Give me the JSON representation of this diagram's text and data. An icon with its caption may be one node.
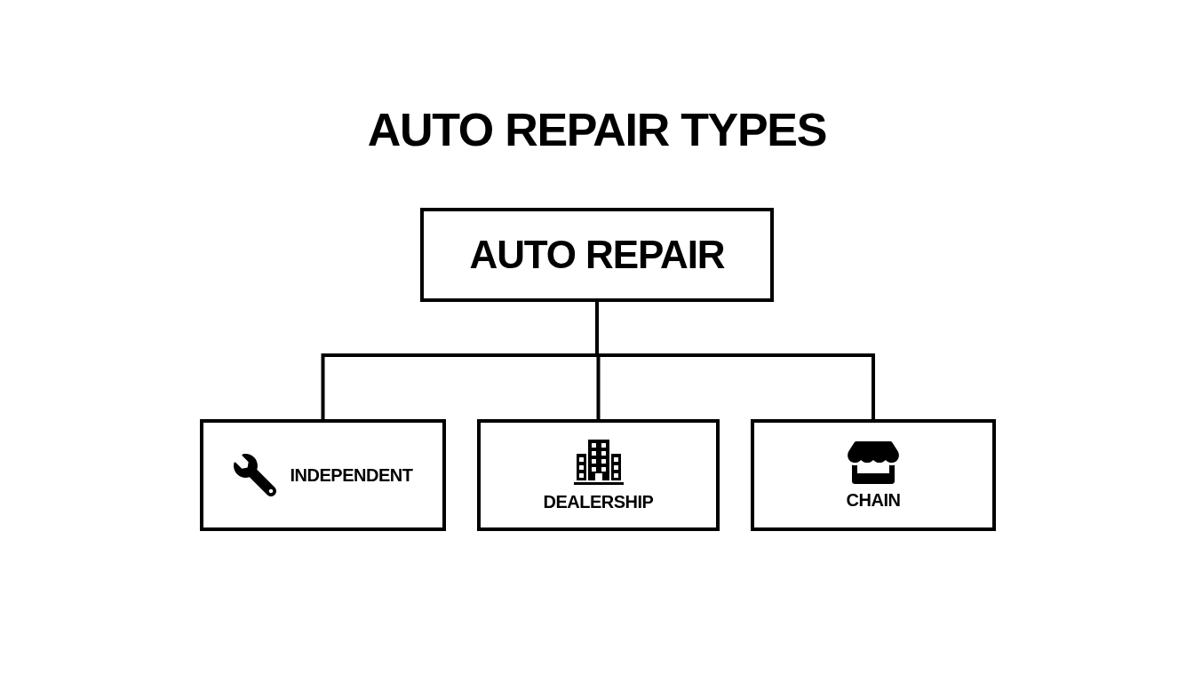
{
  "diagram": {
    "title": "AUTO REPAIR TYPES",
    "nodes": [
      {
        "text": [
          "AUTO REPAIR"
        ]
      },
      {
        "text": [
          "INDEPENDENT"
        ]
      },
      {
        "text": [
          "DEALERSHIP"
        ]
      },
      {
        "text": [
          "CHAIN"
        ]
      }
    ],
    "edges": [
      {
        "from": 0,
        "to": 1,
        "arrow": "none"
      },
      {
        "from": 0,
        "to": 2,
        "arrow": "none"
      },
      {
        "from": 0,
        "to": 3,
        "arrow": "none"
      }
    ]
  }
}
